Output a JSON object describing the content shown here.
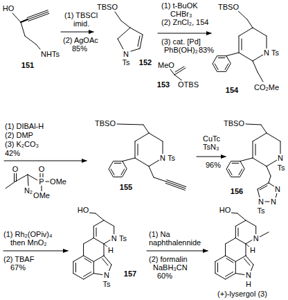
{
  "diagram": {
    "labels": [
      "HO",
      "NHTs",
      "151",
      "(1) TBSCl",
      "imid.",
      "(2) AgOAc",
      "85%",
      "TBSO",
      "N",
      "Ts",
      "152",
      "(1) t-BuOK",
      "CHBr₃",
      "(2) ZnCl₂, 154",
      "(3) cat. [Pd]",
      "PhB(OH)₂",
      "83%",
      "MeO",
      "OTBS",
      "153",
      "TBSO",
      "N",
      "Ts",
      "CO₂Me",
      "154",
      "(1) DIBAl-H",
      "(2) DMP",
      "(3) K₂CO₃",
      "42%",
      "O",
      "O",
      "P",
      "OMe",
      "OMe",
      "N₂",
      "TBSO",
      "N",
      "Ts",
      "155",
      "CuTc",
      "TsN₃",
      "96%",
      "TBSO",
      "N",
      "Ts",
      "N",
      "N",
      "N",
      "Ts",
      "156",
      "(1) Rh₂(OPiv)₄",
      "then MnO₂",
      "(2) TBAF",
      "67%",
      "HO",
      "N",
      "Ts",
      "H",
      "N",
      "Ts",
      "157",
      "(1) Na",
      "naphthalennide",
      "(2) formalin",
      "NaBH₃CN",
      "60%",
      "HO",
      "N",
      "H",
      "N",
      "H",
      "(+)-lysergol (3)"
    ]
  }
}
